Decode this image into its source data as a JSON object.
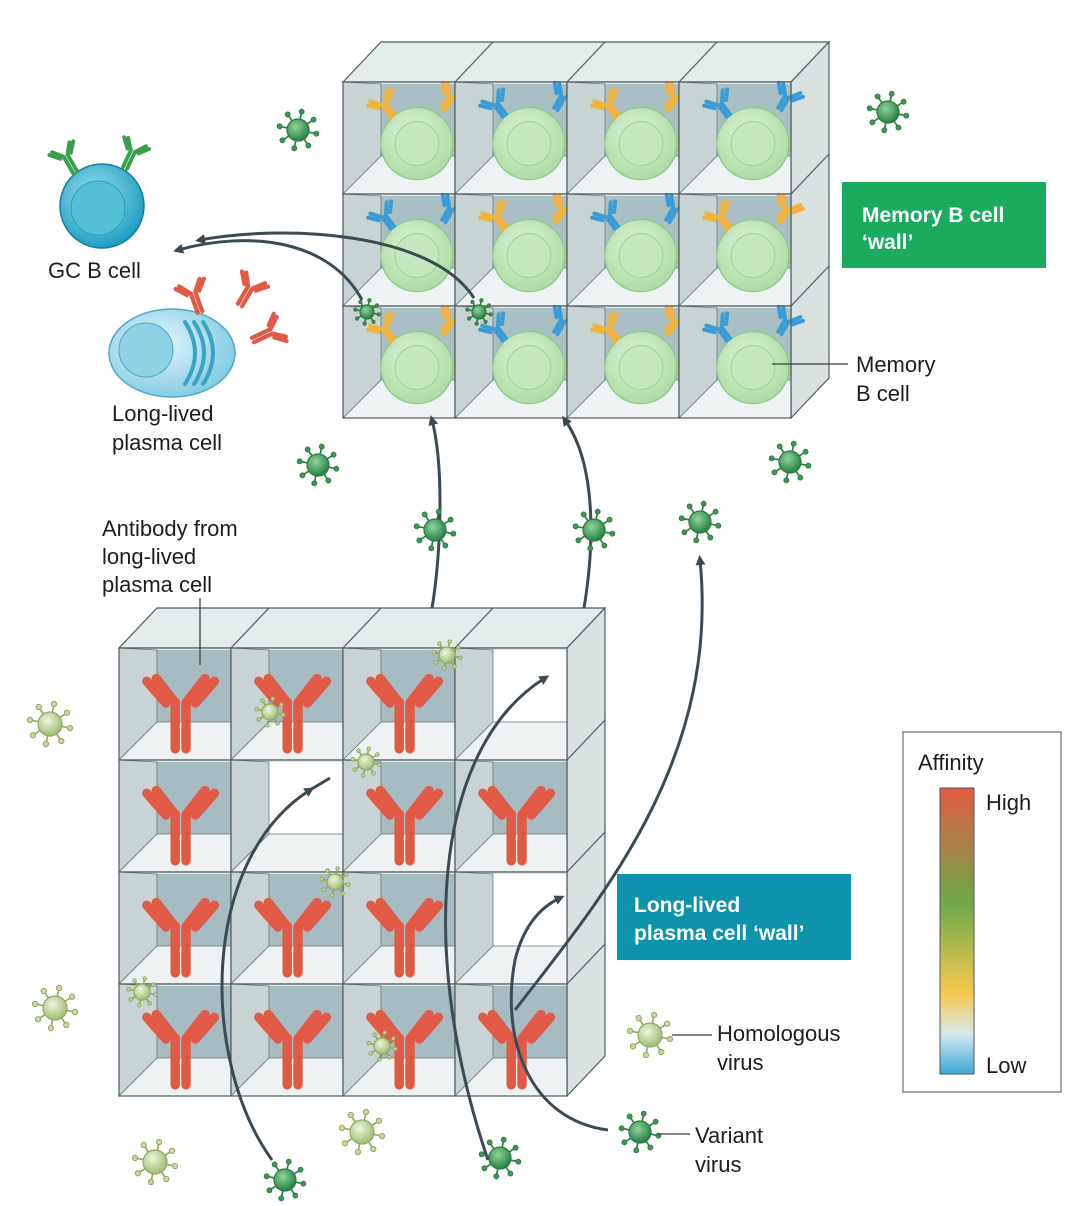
{
  "labels": {
    "gc_b_cell": "GC B cell",
    "plasma_cell": [
      "Long-lived",
      "plasma cell"
    ],
    "antibody_from": [
      "Antibody from",
      "long-lived",
      "plasma cell"
    ],
    "memory_b_cell": [
      "Memory",
      "B cell"
    ],
    "homologous_virus": [
      "Homologous",
      "virus"
    ],
    "variant_virus": [
      "Variant",
      "virus"
    ]
  },
  "boxes": {
    "memory_wall": [
      "Memory B cell",
      "‘wall’"
    ],
    "plasma_wall": [
      "Long-lived",
      "plasma cell ‘wall’"
    ]
  },
  "legend": {
    "title": "Affinity",
    "high": "High",
    "low": "Low"
  },
  "colors": {
    "memory_box": "#1aab5e",
    "plasma_box": "#0e93ad",
    "antibody": "#e05a45",
    "cell_face": "#d6dcdc",
    "cell_back": "#a7bcc0",
    "variant_virus": "#2f8a4a",
    "homologous_virus": "#bfd39a",
    "gradient": [
      "#e45c44",
      "#6ea84a",
      "#f7c94f",
      "#d6e8ef",
      "#3aa9d6"
    ]
  },
  "memory_receptor_colors": [
    [
      "orange",
      "blue",
      "orange",
      "blue"
    ],
    [
      "blue",
      "orange",
      "blue",
      "orange"
    ],
    [
      "orange",
      "blue",
      "orange",
      "blue"
    ]
  ],
  "plasma_empty_slots": [
    "0-3",
    "1-1",
    "2-3"
  ]
}
